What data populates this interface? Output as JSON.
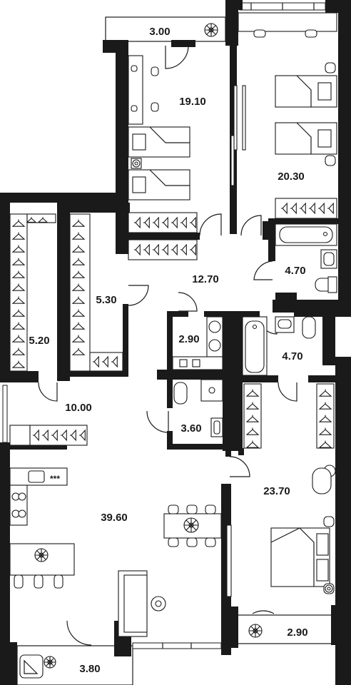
{
  "rooms": [
    {
      "id": "balcony-top",
      "area": "3.00"
    },
    {
      "id": "bedroom-2",
      "area": "19.10"
    },
    {
      "id": "bedroom-3",
      "area": "20.30"
    },
    {
      "id": "hall",
      "area": "12.70"
    },
    {
      "id": "bathroom-1",
      "area": "4.70"
    },
    {
      "id": "wardrobe-2",
      "area": "5.30"
    },
    {
      "id": "wardrobe-1",
      "area": "5.20"
    },
    {
      "id": "laundry",
      "area": "2.90"
    },
    {
      "id": "bathroom-2",
      "area": "4.70"
    },
    {
      "id": "corridor",
      "area": "10.00"
    },
    {
      "id": "wc",
      "area": "3.60"
    },
    {
      "id": "master-bedroom",
      "area": "23.70"
    },
    {
      "id": "living-kitchen",
      "area": "39.60"
    },
    {
      "id": "balcony-bedroom",
      "area": "2.90"
    },
    {
      "id": "balcony-living",
      "area": "3.80"
    }
  ],
  "kitchen": {
    "hob_label": "***"
  }
}
